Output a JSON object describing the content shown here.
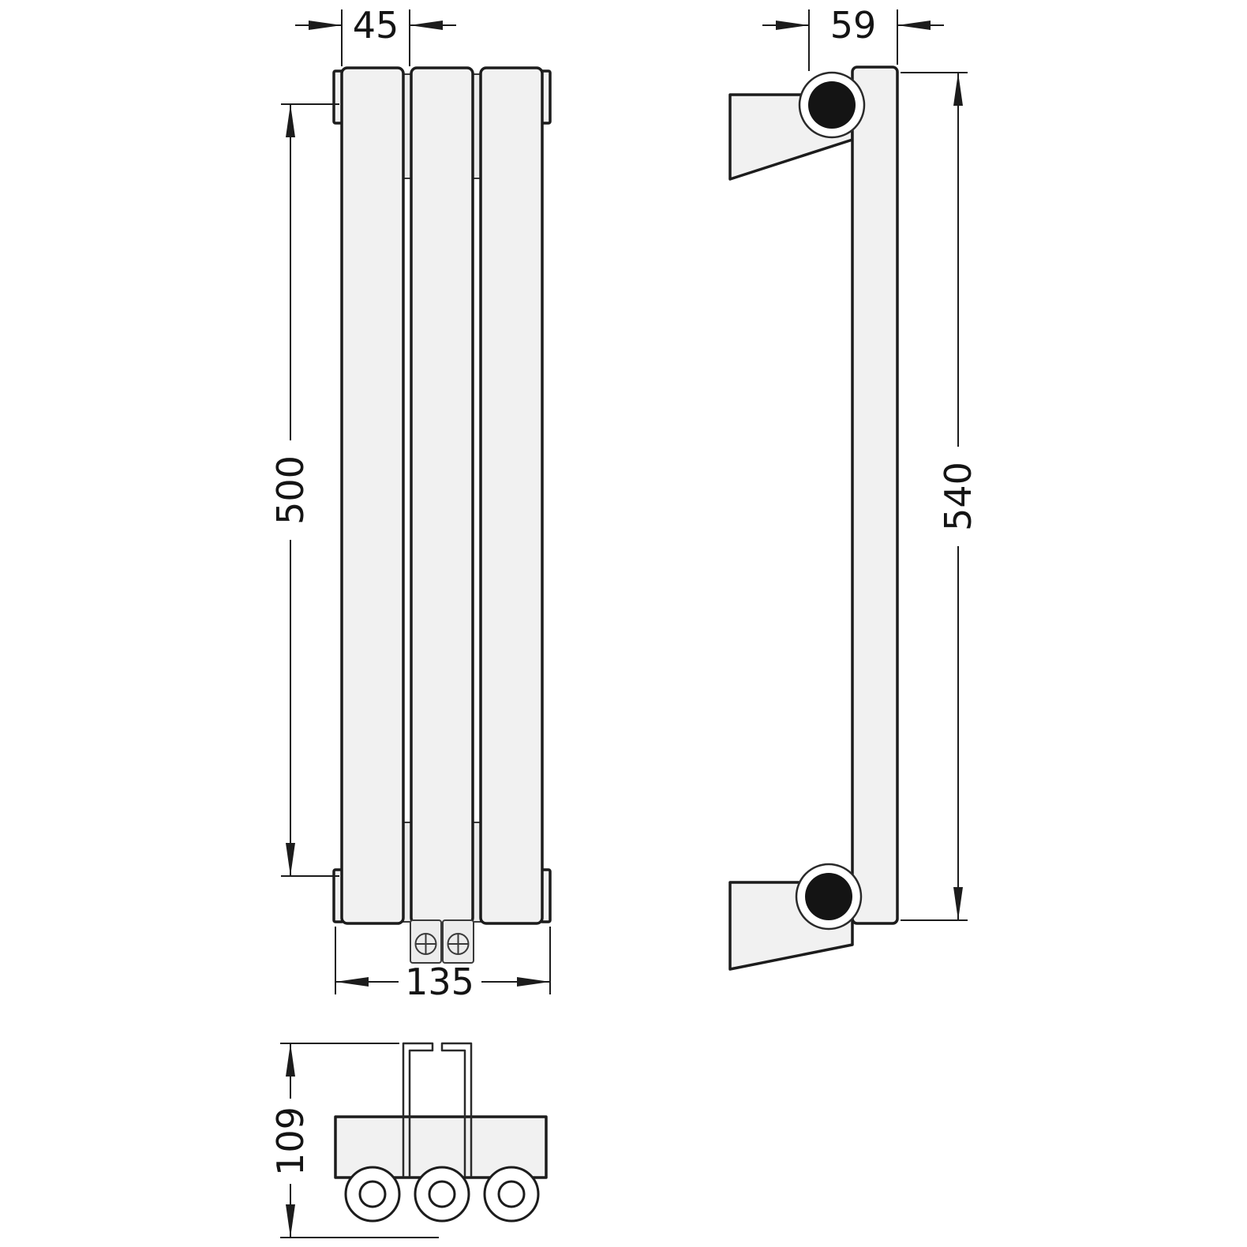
{
  "drawing": {
    "kind": "technical dimension drawing",
    "subject": "3-section vertical radiator shown in front, side and top views",
    "units": "mm",
    "colors": {
      "line": "#1c1c1c",
      "fill": "#f1f1f1",
      "background": "#ffffff"
    },
    "views": {
      "front": {
        "name": "front view",
        "dims": {
          "section_width": "45",
          "mounting_height": "500",
          "total_width": "135"
        }
      },
      "side": {
        "name": "side view",
        "dims": {
          "depth": "59",
          "overall_height": "540"
        }
      },
      "top": {
        "name": "top view",
        "dims": {
          "overall_depth": "109"
        }
      }
    }
  }
}
